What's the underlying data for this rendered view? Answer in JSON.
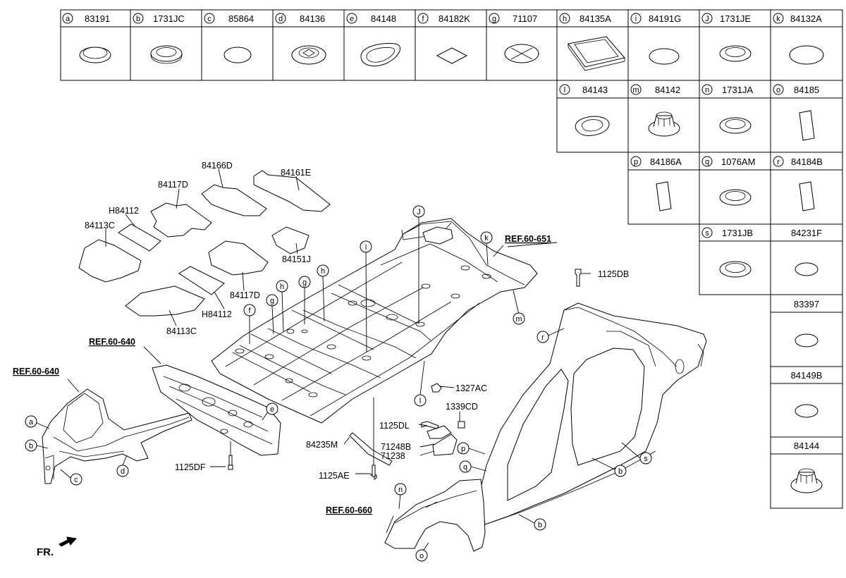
{
  "table": {
    "row1": [
      {
        "letter": "a",
        "code": "83191"
      },
      {
        "letter": "b",
        "code": "1731JC"
      },
      {
        "letter": "c",
        "code": "85864"
      },
      {
        "letter": "d",
        "code": "84136"
      },
      {
        "letter": "e",
        "code": "84148"
      },
      {
        "letter": "f",
        "code": "84182K"
      },
      {
        "letter": "g",
        "code": "71107"
      },
      {
        "letter": "h",
        "code": "84135A"
      },
      {
        "letter": "i",
        "code": "84191G"
      },
      {
        "letter": "J",
        "code": "1731JE"
      },
      {
        "letter": "k",
        "code": "84132A"
      }
    ],
    "row2": [
      {
        "letter": "l",
        "code": "84143"
      },
      {
        "letter": "m",
        "code": "84142"
      },
      {
        "letter": "n",
        "code": "1731JA"
      },
      {
        "letter": "o",
        "code": "84185"
      }
    ],
    "row3": [
      {
        "letter": "p",
        "code": "84186A"
      },
      {
        "letter": "q",
        "code": "1076AM"
      },
      {
        "letter": "r",
        "code": "84184B"
      }
    ],
    "row4": [
      {
        "letter": "s",
        "code": "1731JB"
      },
      {
        "letter": "",
        "code": "84231F"
      }
    ],
    "side": [
      "83397",
      "84149B",
      "84144"
    ]
  },
  "mats": {
    "m84166D": "84166D",
    "m84161E": "84161E",
    "m84117D_top": "84117D",
    "mH84112_top": "H84112",
    "m84113C_top": "84113C",
    "m84151J": "84151J",
    "m84117D_bot": "84117D",
    "mH84112_bot": "H84112",
    "m84113C_bot": "84113C"
  },
  "parts": {
    "p1125DB": "1125DB",
    "p1327AC": "1327AC",
    "p1339CD": "1339CD",
    "p1125DL": "1125DL",
    "p71248B": "71248B",
    "p71238": "71238",
    "p84235M": "84235M",
    "p1125AE": "1125AE",
    "p1125DF": "1125DF"
  },
  "refs": {
    "r651": "REF.60-651",
    "r640a": "REF.60-640",
    "r640b": "REF.60-640",
    "r660": "REF.60-660"
  },
  "callouts": {
    "f": "f",
    "g": "g",
    "h1": "h",
    "h2": "h",
    "i": "i",
    "j": "J",
    "k": "k",
    "l": "l",
    "m": "m",
    "r": "r",
    "p": "p",
    "q": "q",
    "b1": "b",
    "b2": "b",
    "s": "s",
    "n": "n",
    "o": "o",
    "a": "a",
    "b3": "b",
    "c": "c",
    "d": "d",
    "e": "e"
  },
  "fr_label": "FR."
}
